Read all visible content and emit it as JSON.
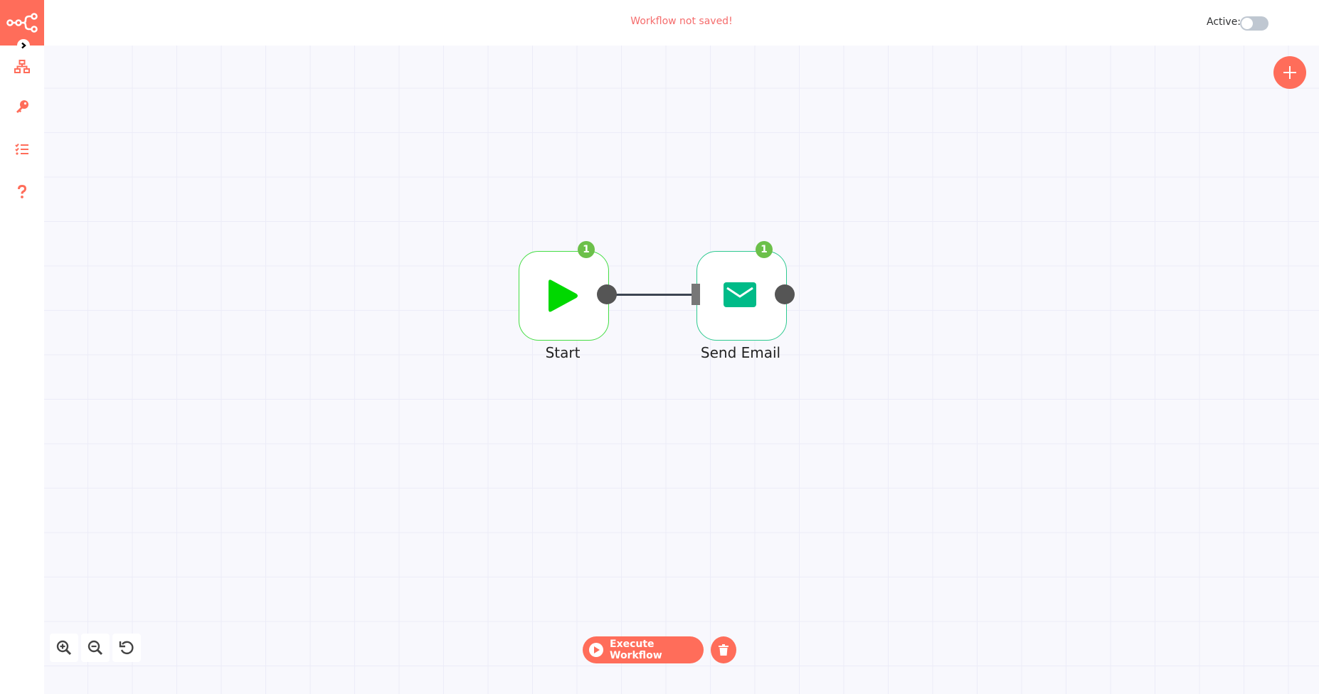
{
  "header": {
    "status": "Workflow not saved!",
    "active_label": "Active:",
    "active": false
  },
  "sidebar": {
    "logo": "n8n-logo-icon",
    "expand": "chevron-right-icon",
    "items": [
      {
        "name": "workflows",
        "icon": "network-icon"
      },
      {
        "name": "credentials",
        "icon": "key-icon"
      },
      {
        "name": "executions",
        "icon": "tasks-list-icon"
      },
      {
        "name": "help",
        "icon": "question-icon"
      }
    ]
  },
  "canvas": {
    "add_node_icon": "plus-icon",
    "nodes": [
      {
        "id": "start",
        "label": "Start",
        "icon": "play-icon",
        "badge": "1",
        "border": "#44dd44",
        "icon_color": "#00d800"
      },
      {
        "id": "send-email",
        "label": "Send Email",
        "icon": "envelope-icon",
        "badge": "1",
        "border": "#2ec990",
        "icon_color": "#00bb88"
      }
    ],
    "connections": [
      {
        "from": "start",
        "to": "send-email"
      }
    ]
  },
  "zoom_controls": [
    {
      "name": "zoom-in",
      "icon": "zoom-in-icon"
    },
    {
      "name": "zoom-out",
      "icon": "zoom-out-icon"
    },
    {
      "name": "reset-zoom",
      "icon": "undo-icon"
    }
  ],
  "footer": {
    "execute_label": "Execute Workflow",
    "delete_icon": "trash-icon"
  },
  "colors": {
    "accent": "#ff6d5a",
    "status_error": "#f56c6c",
    "badge_success": "#6cc04a",
    "canvas_bg": "#f8f8fd"
  }
}
